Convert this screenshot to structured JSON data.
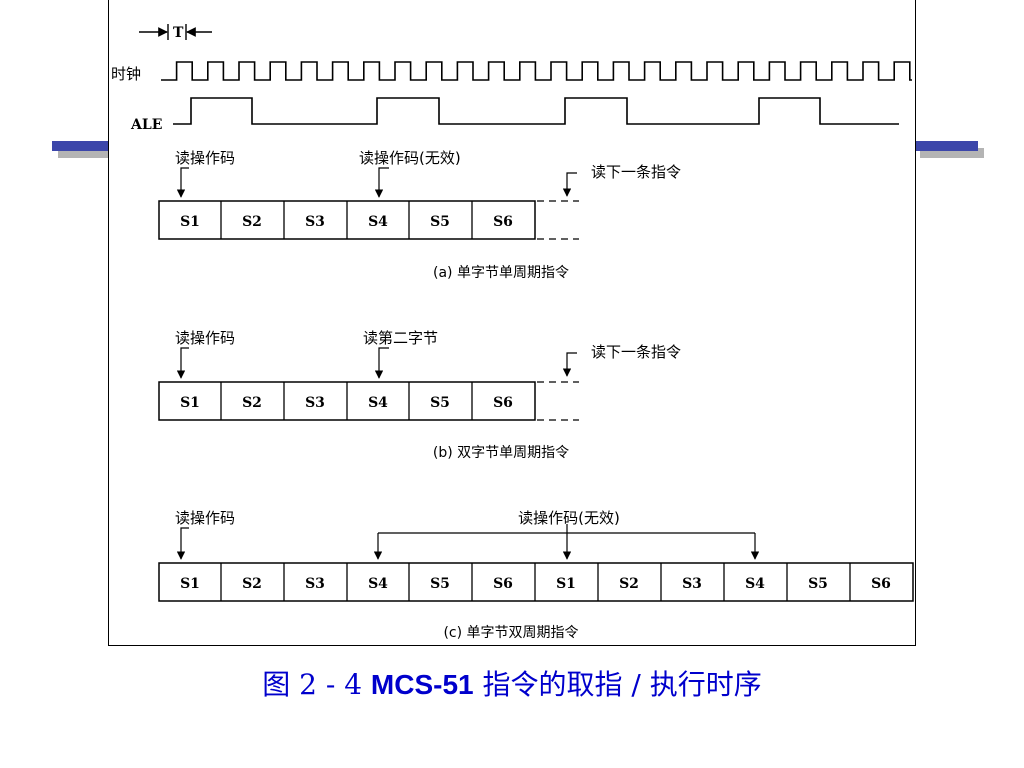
{
  "timing": {
    "period_label": "T",
    "clock_label": "时钟",
    "ale_label": "ALE"
  },
  "panel_a": {
    "left_label": "读操作码",
    "mid_label": "读操作码(无效)",
    "next_label": "读下一条指令",
    "cells": [
      "S1",
      "S2",
      "S3",
      "S4",
      "S5",
      "S6"
    ],
    "caption": "(a) 单字节单周期指令"
  },
  "panel_b": {
    "left_label": "读操作码",
    "mid_label": "读第二字节",
    "next_label": "读下一条指令",
    "cells": [
      "S1",
      "S2",
      "S3",
      "S4",
      "S5",
      "S6"
    ],
    "caption": "(b) 双字节单周期指令"
  },
  "panel_c": {
    "left_label": "读操作码",
    "mid_label": "读操作码(无效)",
    "cells": [
      "S1",
      "S2",
      "S3",
      "S4",
      "S5",
      "S6",
      "S1",
      "S2",
      "S3",
      "S4",
      "S5",
      "S6"
    ],
    "caption": "(c) 单字节双周期指令"
  },
  "figure_caption": {
    "prefix": "图",
    "number": "2 - 4",
    "model": "MCS-51",
    "text": "指令的取指 / 执行时序"
  }
}
